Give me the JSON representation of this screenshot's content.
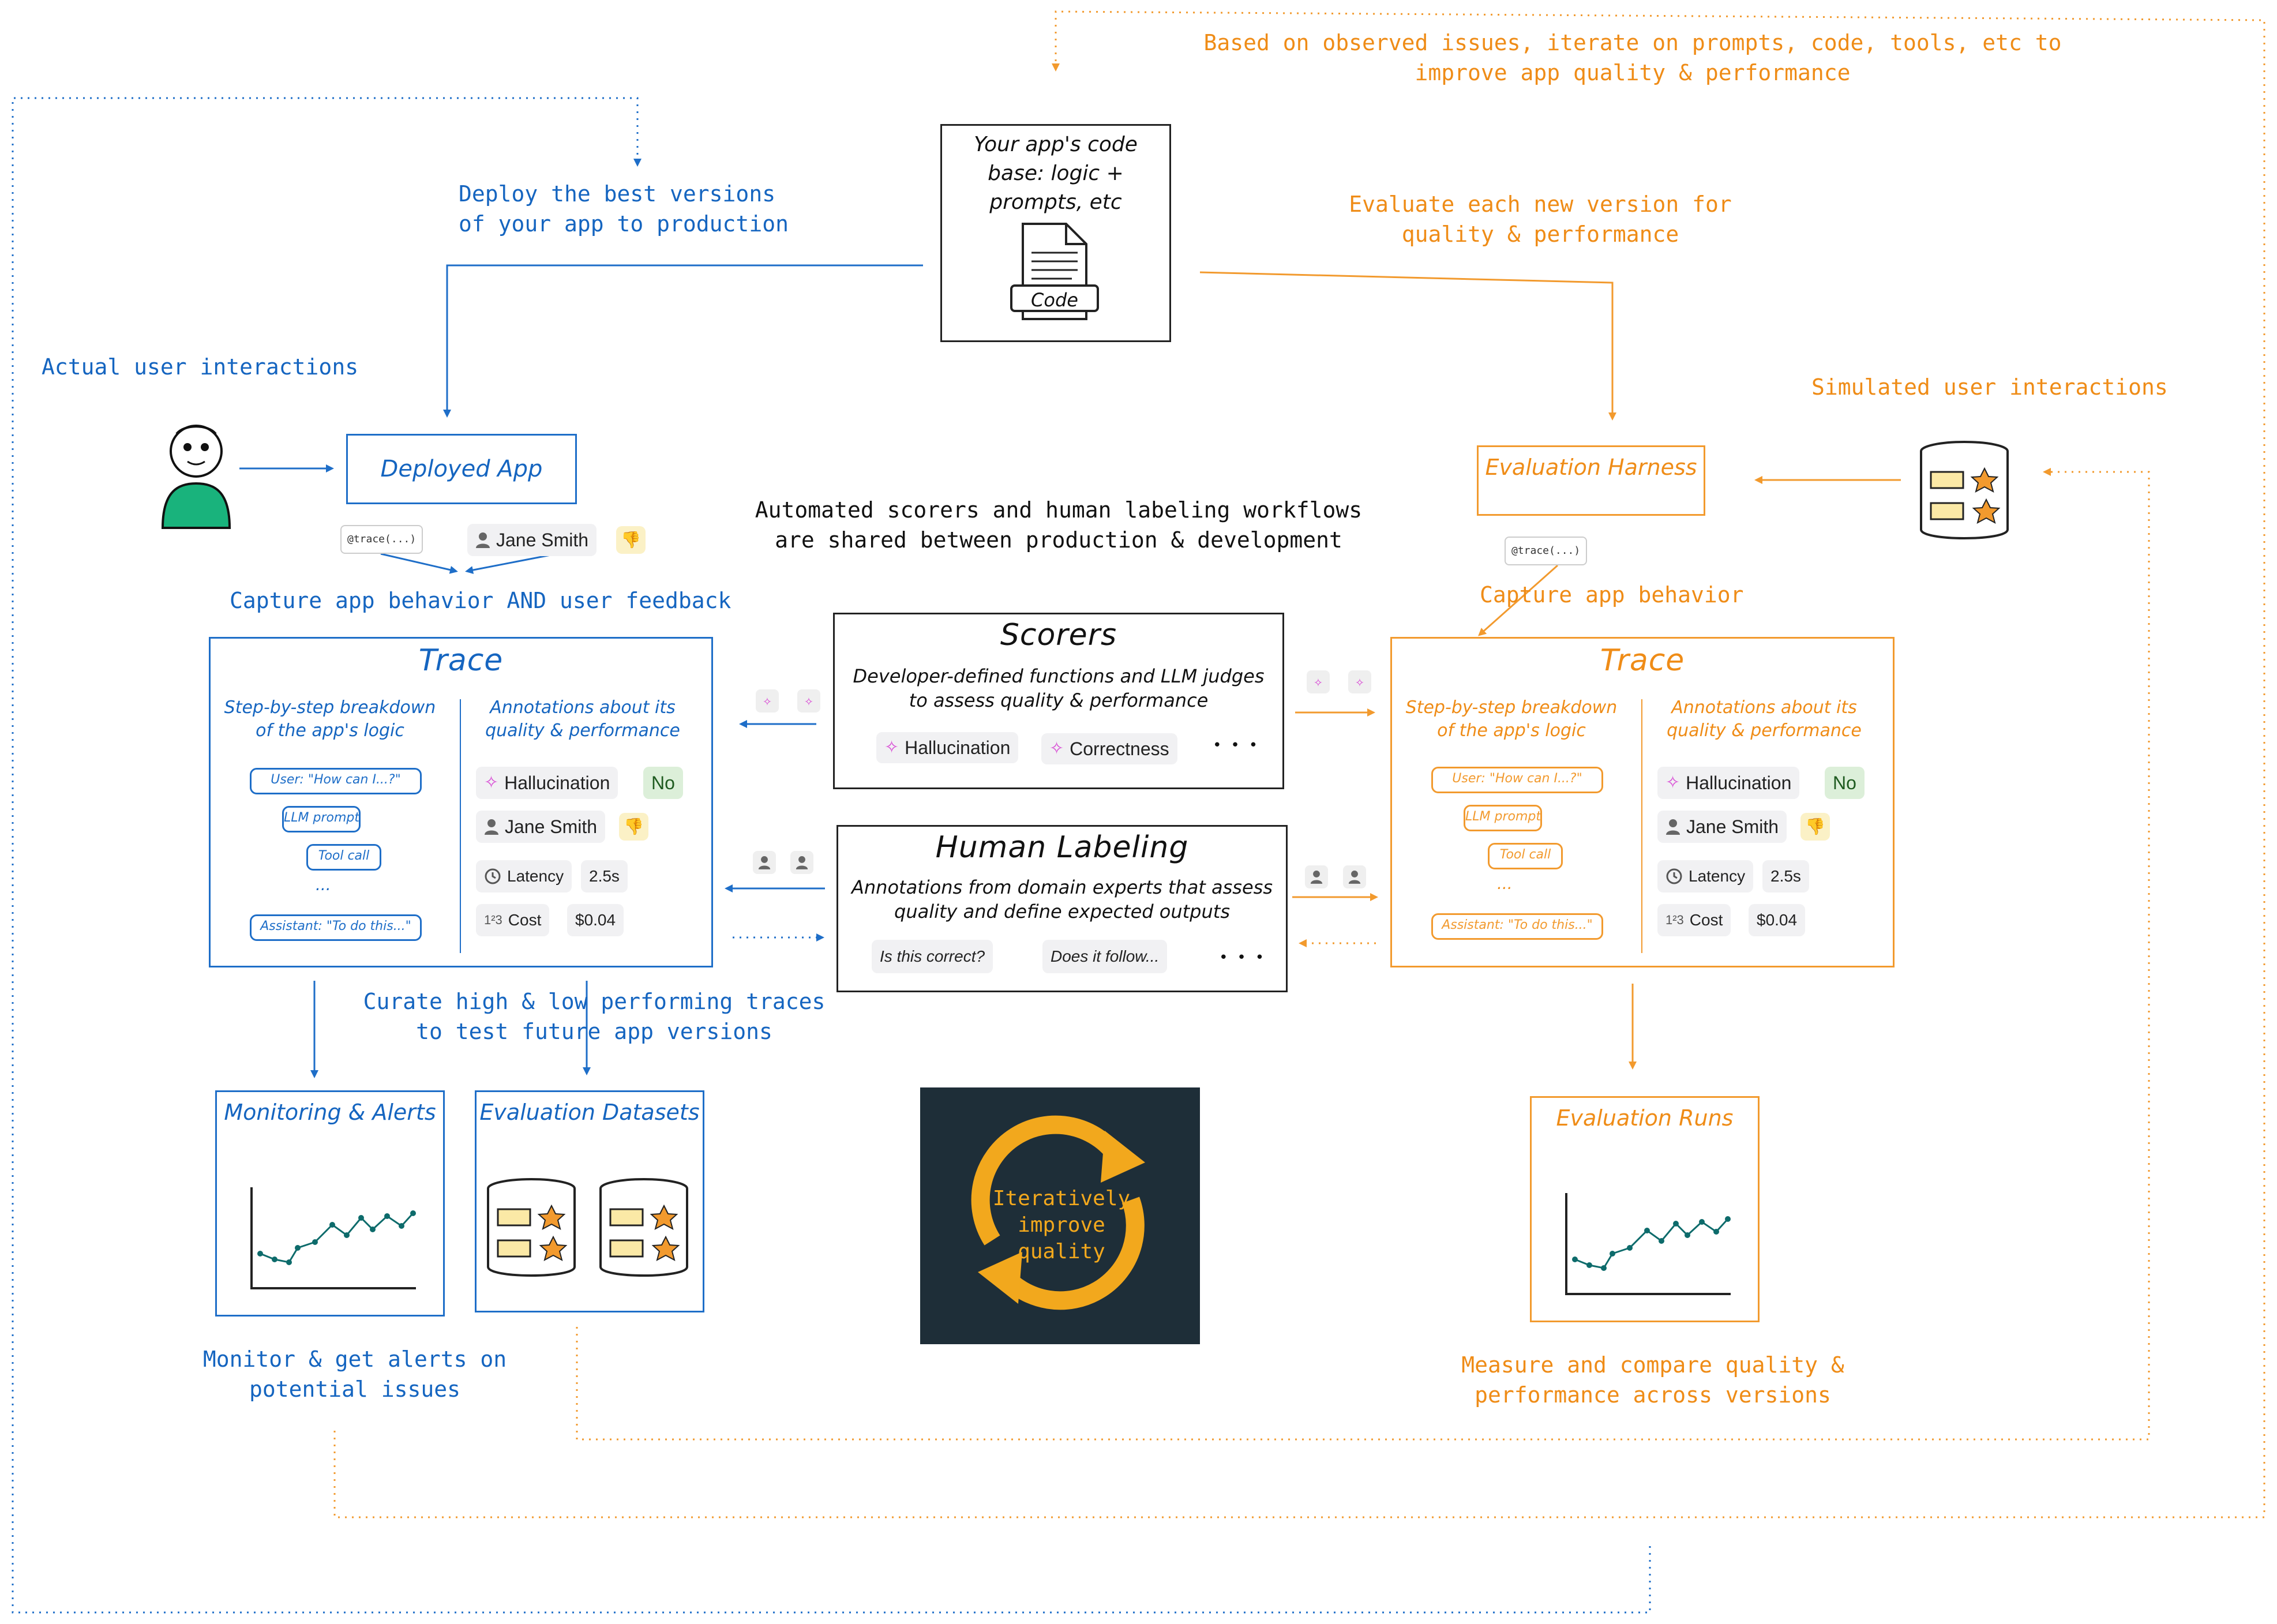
{
  "colors": {
    "blue": "#1e6ec8",
    "orange": "#f29a2e",
    "dark": "#1e2e38",
    "green": "#19b37c"
  },
  "labels": {
    "top_iterate": "Based on observed issues, iterate on prompts, code, tools, etc to improve app quality & performance",
    "deploy": "Deploy the best versions of your app to production",
    "evaluate_each": "Evaluate each new version for quality & performance",
    "actual_users": "Actual user interactions",
    "simulated_users": "Simulated user interactions",
    "shared": "Automated scorers and human labeling workflows are shared between production & development",
    "capture_feedback": "Capture app behavior AND user feedback",
    "capture_behavior": "Capture app behavior",
    "curate": "Curate high & low performing traces to test future app versions",
    "monitor": "Monitor & get alerts on potential issues",
    "measure": "Measure and compare quality & performance across versions"
  },
  "codebase": {
    "text": "Your app's code base: logic + prompts, etc",
    "file_label": "Code"
  },
  "deployed_app": {
    "label": "Deployed App",
    "trace_chip": "@trace(...)",
    "user": "Jane Smith",
    "thumb": "👎"
  },
  "eval_harness": {
    "label": "Evaluation Harness",
    "trace_chip": "@trace(...)"
  },
  "trace": {
    "title": "Trace",
    "left_heading": "Step-by-step breakdown of the app's logic",
    "right_heading": "Annotations about its quality & performance",
    "steps": [
      "User: \"How can I...?\"",
      "LLM prompt",
      "Tool call",
      "...",
      "Assistant: \"To do this...\""
    ],
    "annotations": {
      "hallucination": "Hallucination",
      "hallucination_val": "No",
      "user": "Jane Smith",
      "thumb": "👎",
      "latency": "Latency",
      "latency_val": "2.5s",
      "cost": "Cost",
      "cost_val": "$0.04"
    }
  },
  "scorers": {
    "title": "Scorers",
    "desc": "Developer-defined functions and LLM judges to assess quality & performance",
    "items": [
      "Hallucination",
      "Correctness"
    ],
    "more": "• • •"
  },
  "human_labeling": {
    "title": "Human Labeling",
    "desc": "Annotations from domain experts that assess quality and define expected outputs",
    "items": [
      "Is this correct?",
      "Does it follow..."
    ],
    "more": "• • •"
  },
  "monitoring": {
    "label": "Monitoring & Alerts"
  },
  "eval_datasets": {
    "label": "Evaluation Datasets"
  },
  "eval_runs": {
    "label": "Evaluation Runs"
  },
  "loop": {
    "text": "Iteratively improve quality"
  },
  "icons": {
    "user": "user-avatar-icon",
    "sparkle": "sparkle-icon",
    "person": "person-icon",
    "thumb": "thumbs-down-icon",
    "clock": "clock-icon",
    "number": "number-icon",
    "document": "document-icon",
    "database": "database-icon",
    "chart": "line-chart-icon"
  }
}
